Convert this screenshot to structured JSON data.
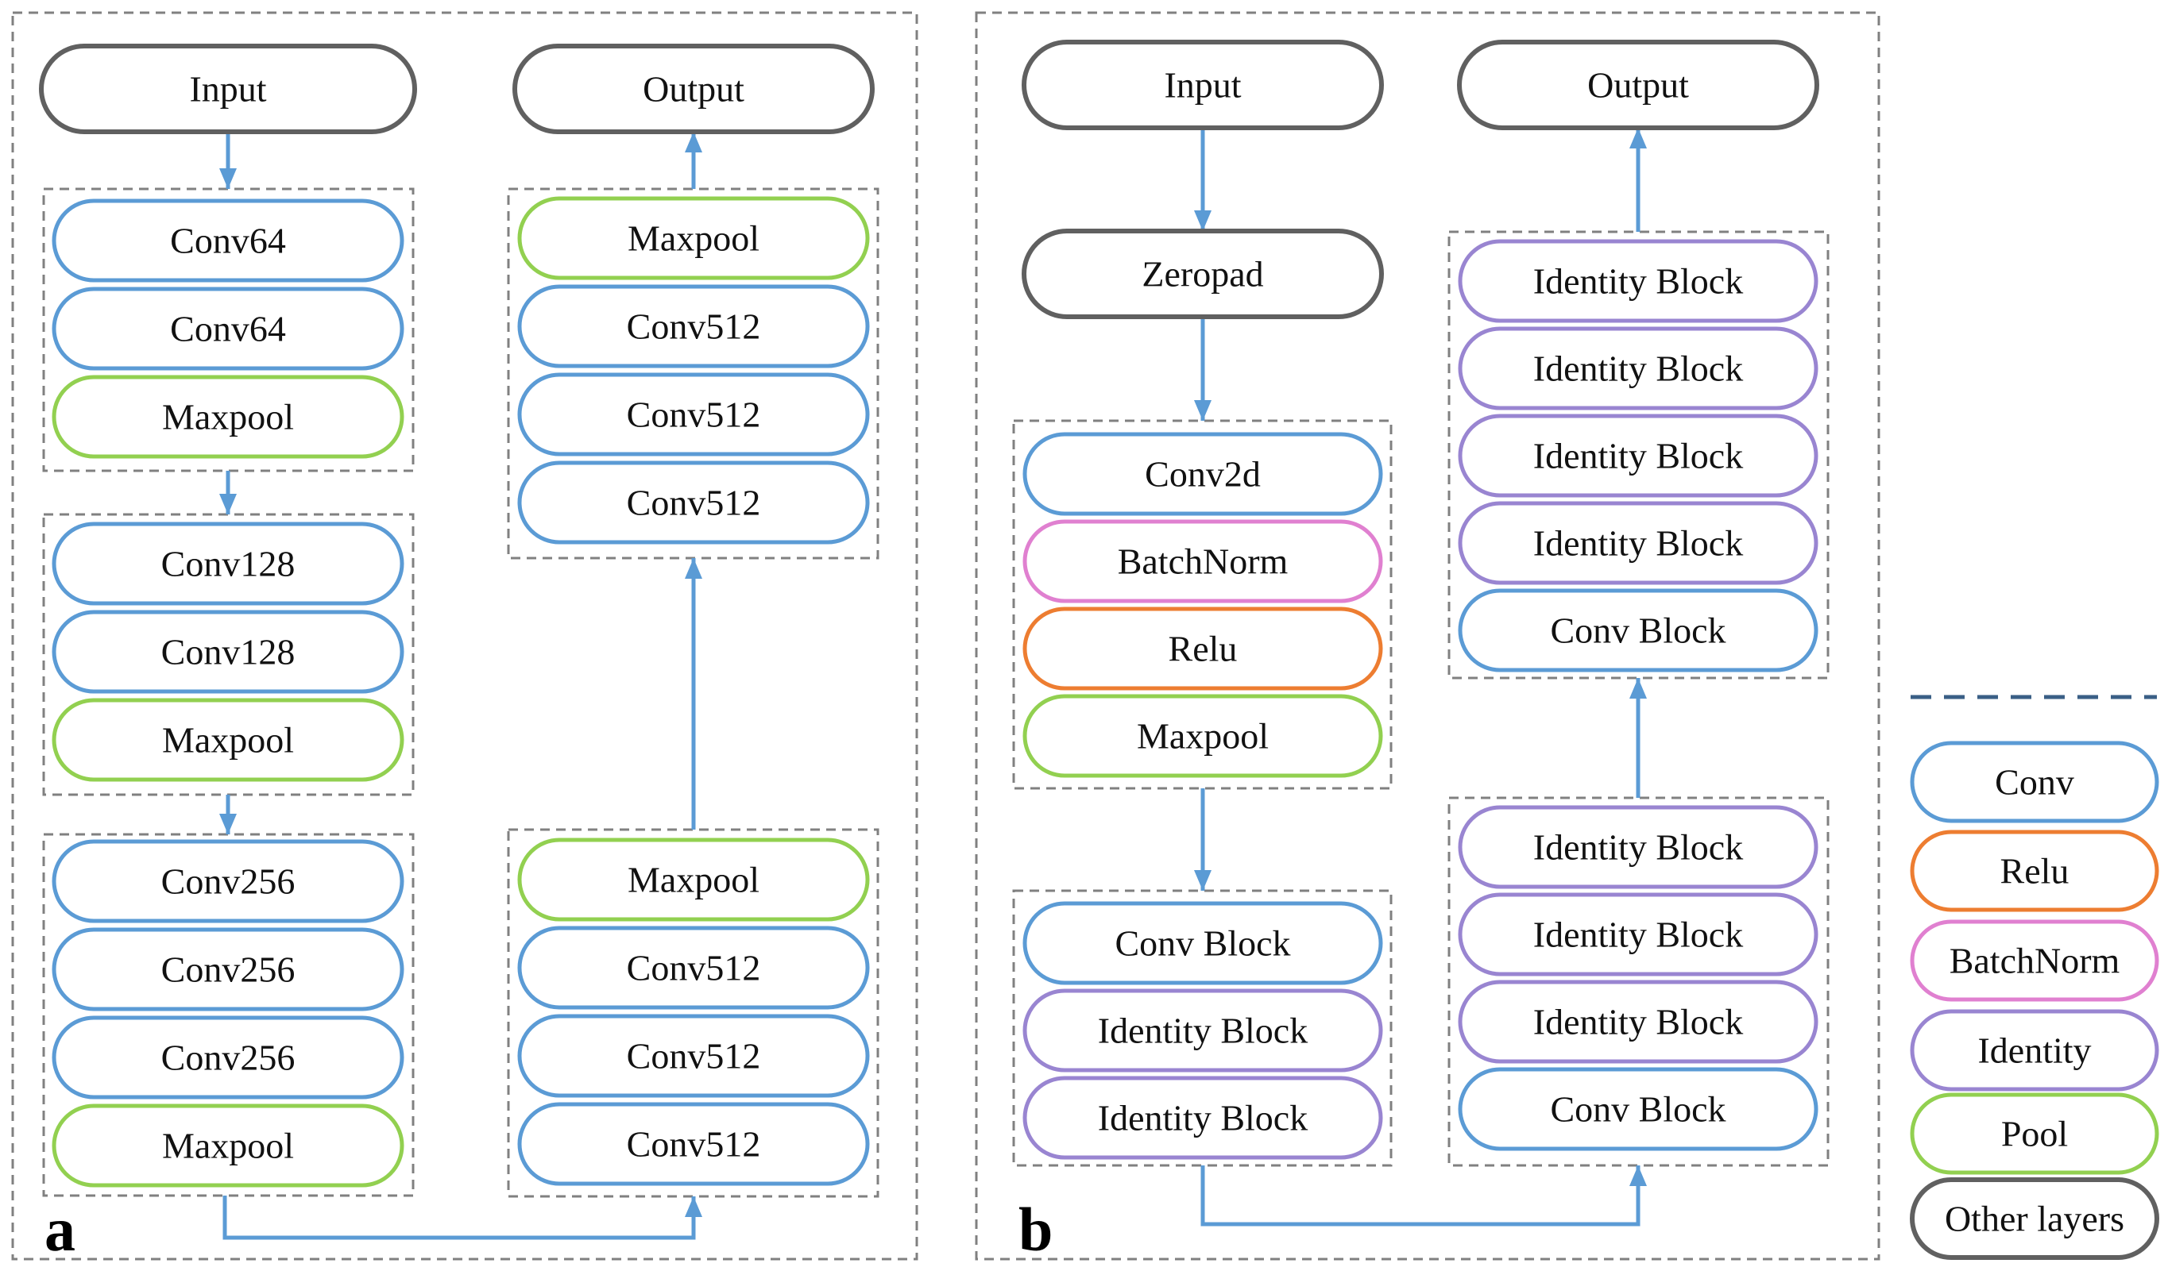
{
  "colors": {
    "conv": "#5b9bd5",
    "pool": "#92d050",
    "relu": "#ed7d31",
    "batchnorm": "#e080d0",
    "identity": "#9985d1",
    "other": "#606060",
    "arrow": "#5b9bd5",
    "group_border": "#808080"
  },
  "panel_a": {
    "label": "a",
    "input": "Input",
    "output": "Output",
    "left_groups": [
      [
        {
          "text": "Conv64",
          "kind": "conv"
        },
        {
          "text": "Conv64",
          "kind": "conv"
        },
        {
          "text": "Maxpool",
          "kind": "pool"
        }
      ],
      [
        {
          "text": "Conv128",
          "kind": "conv"
        },
        {
          "text": "Conv128",
          "kind": "conv"
        },
        {
          "text": "Maxpool",
          "kind": "pool"
        }
      ],
      [
        {
          "text": "Conv256",
          "kind": "conv"
        },
        {
          "text": "Conv256",
          "kind": "conv"
        },
        {
          "text": "Conv256",
          "kind": "conv"
        },
        {
          "text": "Maxpool",
          "kind": "pool"
        }
      ]
    ],
    "right_groups": [
      [
        {
          "text": "Maxpool",
          "kind": "pool"
        },
        {
          "text": "Conv512",
          "kind": "conv"
        },
        {
          "text": "Conv512",
          "kind": "conv"
        },
        {
          "text": "Conv512",
          "kind": "conv"
        }
      ],
      [
        {
          "text": "Maxpool",
          "kind": "pool"
        },
        {
          "text": "Conv512",
          "kind": "conv"
        },
        {
          "text": "Conv512",
          "kind": "conv"
        },
        {
          "text": "Conv512",
          "kind": "conv"
        }
      ]
    ]
  },
  "panel_b": {
    "label": "b",
    "input": "Input",
    "output": "Output",
    "zeropad": "Zeropad",
    "stem_group": [
      {
        "text": "Conv2d",
        "kind": "conv"
      },
      {
        "text": "BatchNorm",
        "kind": "batchnorm"
      },
      {
        "text": "Relu",
        "kind": "relu"
      },
      {
        "text": "Maxpool",
        "kind": "pool"
      }
    ],
    "stage_group": [
      {
        "text": "Conv Block",
        "kind": "conv"
      },
      {
        "text": "Identity Block",
        "kind": "identity"
      },
      {
        "text": "Identity Block",
        "kind": "identity"
      }
    ],
    "right_lower_group": [
      {
        "text": "Identity Block",
        "kind": "identity"
      },
      {
        "text": "Identity Block",
        "kind": "identity"
      },
      {
        "text": "Identity Block",
        "kind": "identity"
      },
      {
        "text": "Conv Block",
        "kind": "conv"
      }
    ],
    "right_upper_group": [
      {
        "text": "Identity Block",
        "kind": "identity"
      },
      {
        "text": "Identity Block",
        "kind": "identity"
      },
      {
        "text": "Identity Block",
        "kind": "identity"
      },
      {
        "text": "Identity Block",
        "kind": "identity"
      },
      {
        "text": "Conv Block",
        "kind": "conv"
      }
    ]
  },
  "legend": [
    {
      "text": "Conv",
      "kind": "conv"
    },
    {
      "text": "Relu",
      "kind": "relu"
    },
    {
      "text": "BatchNorm",
      "kind": "batchnorm"
    },
    {
      "text": "Identity",
      "kind": "identity"
    },
    {
      "text": "Pool",
      "kind": "pool"
    },
    {
      "text": "Other layers",
      "kind": "other"
    }
  ]
}
